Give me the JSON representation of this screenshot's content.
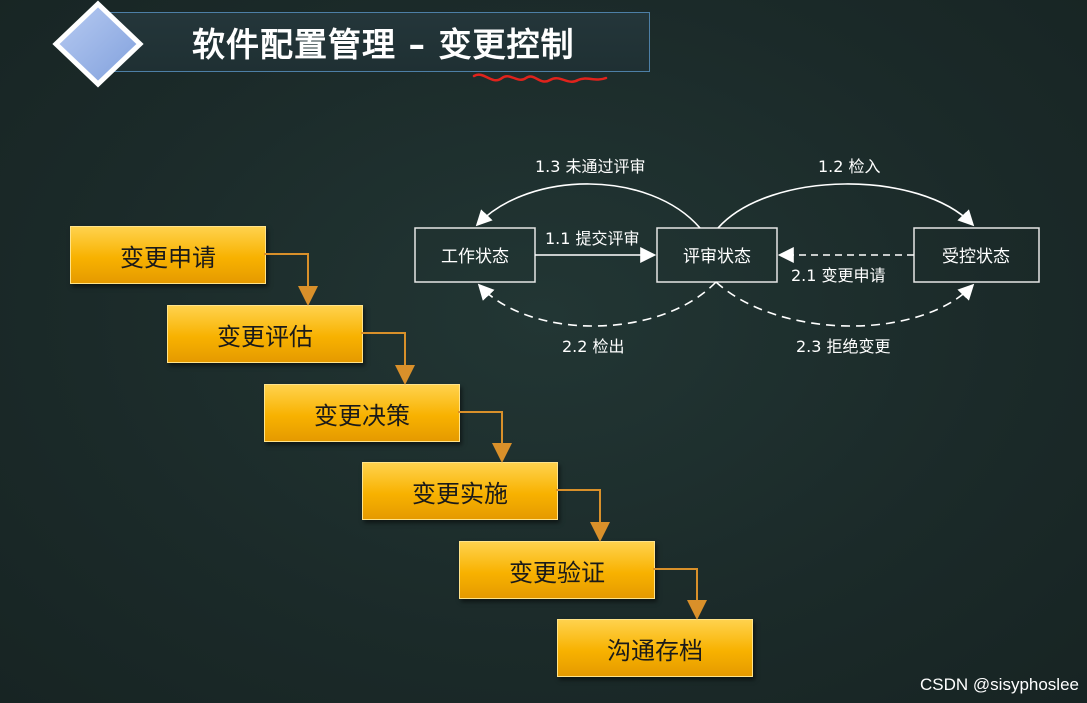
{
  "title": "软件配置管理 – 变更控制",
  "steps": [
    "变更申请",
    "变更评估",
    "变更决策",
    "变更实施",
    "变更验证",
    "沟通存档"
  ],
  "states": {
    "work": "工作状态",
    "review": "评审状态",
    "controlled": "受控状态"
  },
  "edges": {
    "submit": "1.1 提交评审",
    "checkin": "1.2 检入",
    "not_passed": "1.3 未通过评审",
    "change_request": "2.1 变更申请",
    "checkout": "2.2 检出",
    "reject_change": "2.3 拒绝变更"
  },
  "watermark": "CSDN @sisyphoslee",
  "colors": {
    "background": "#1c2b2a",
    "step_fill": "#f8b200",
    "step_arrow": "#d9902a",
    "title_border": "#4d7fa6",
    "squiggle": "#e0231c"
  }
}
